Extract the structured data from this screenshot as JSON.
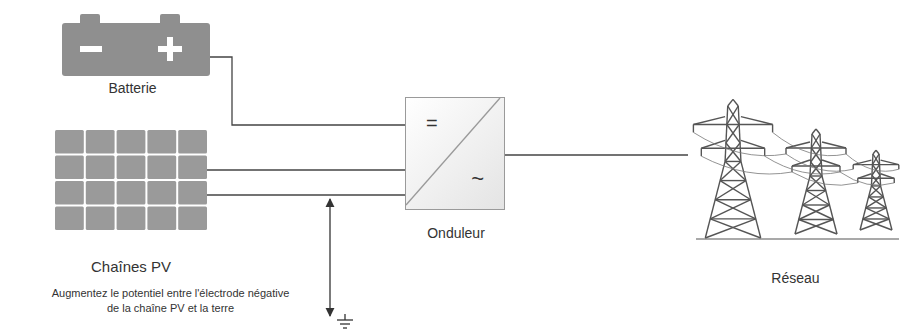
{
  "diagram": {
    "nodes": [
      {
        "text": [
          "Batterie"
        ]
      },
      {
        "text": [
          "Chaînes PV"
        ]
      },
      {
        "text": [
          "=",
          "~",
          "Onduleur"
        ]
      },
      {
        "text": [
          "Réseau"
        ]
      }
    ],
    "edges": [
      {
        "from": 0,
        "to": 2,
        "arrow": "none"
      },
      {
        "from": 1,
        "to": 2,
        "arrow": "none"
      },
      {
        "from": 1,
        "to": 2,
        "arrow": "none"
      },
      {
        "from": 2,
        "to": 3,
        "arrow": "none"
      }
    ],
    "labels": [
      "Augmentez le potentiel entre l'électrode négative de la chaîne PV et la terre"
    ]
  }
}
